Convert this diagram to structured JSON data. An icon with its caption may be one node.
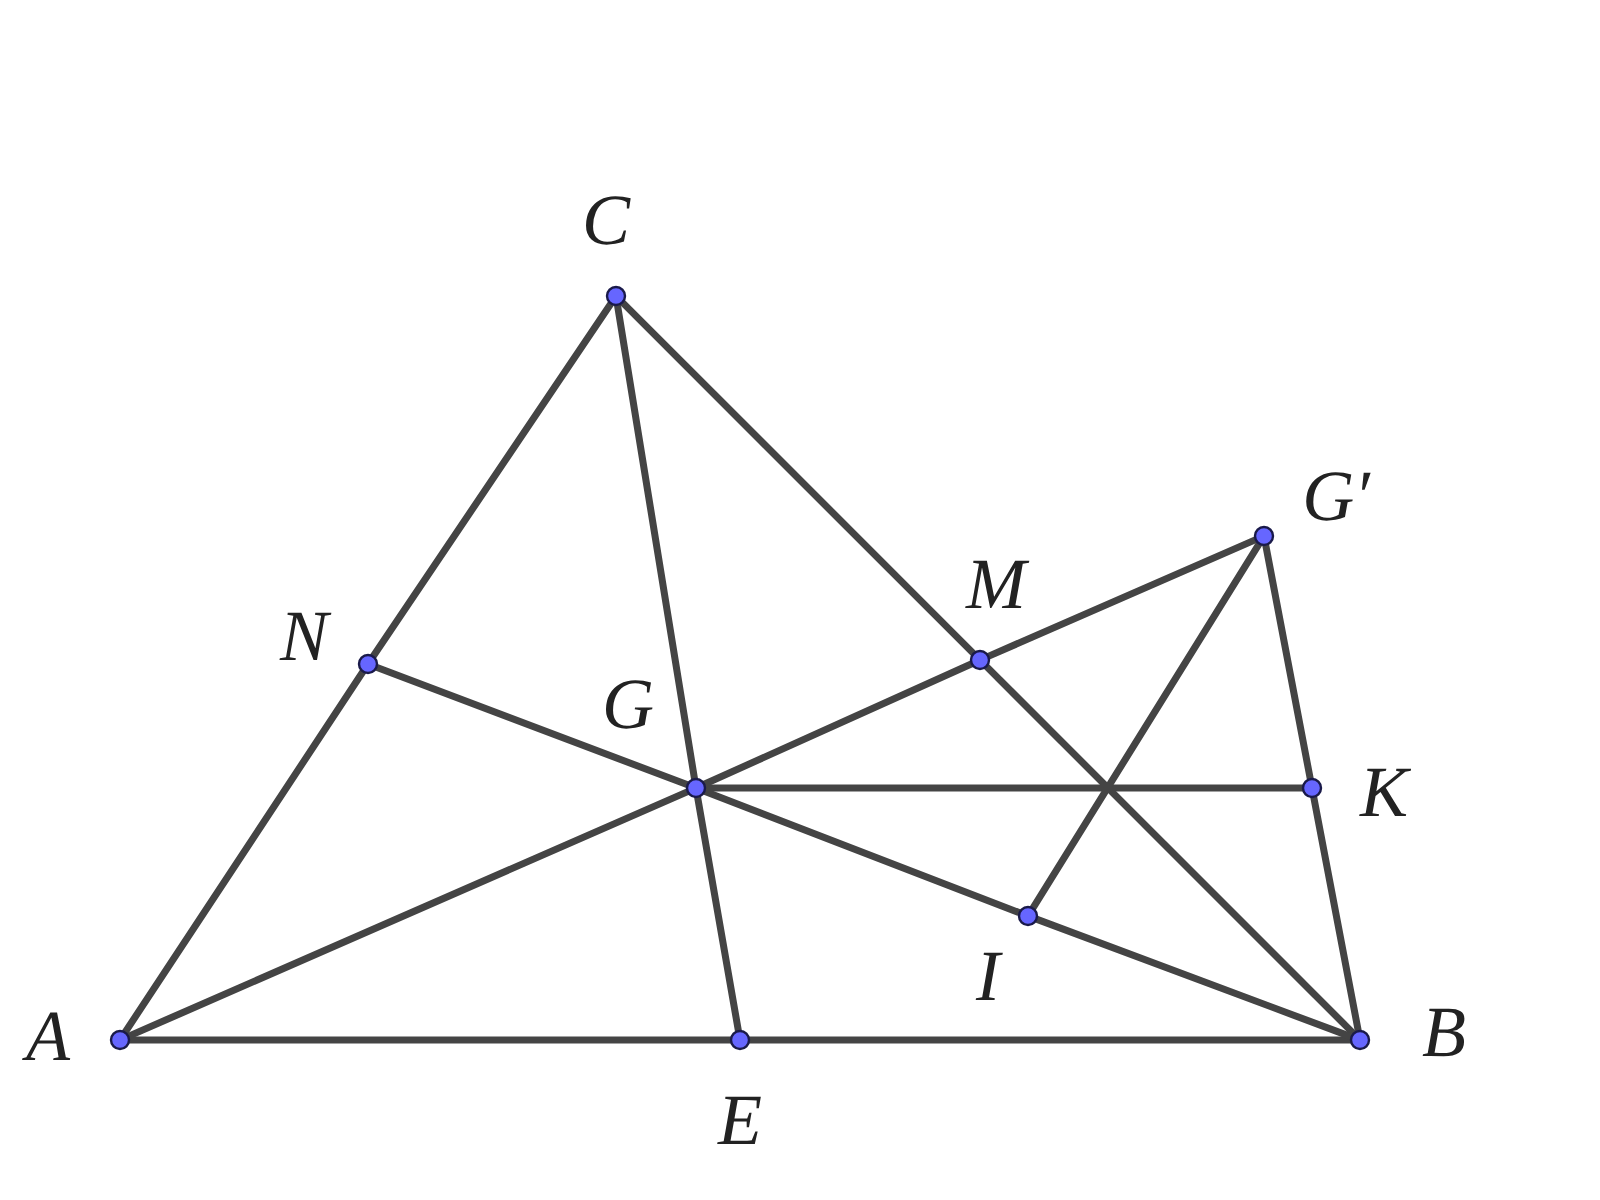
{
  "diagram": {
    "nodes": [
      {
        "text": [
          "C"
        ]
      },
      {
        "text": [
          "G′"
        ]
      },
      {
        "text": [
          "N"
        ]
      },
      {
        "text": [
          "M"
        ]
      },
      {
        "text": [
          "G"
        ]
      },
      {
        "text": [
          "K"
        ]
      },
      {
        "text": [
          "I"
        ]
      },
      {
        "text": [
          "A"
        ]
      },
      {
        "text": [
          "B"
        ]
      },
      {
        "text": [
          "E"
        ]
      }
    ],
    "edges": [
      {
        "from": 7,
        "to": 9,
        "arrow": "none"
      },
      {
        "from": 9,
        "to": 8,
        "arrow": "none"
      },
      {
        "from": 7,
        "to": 2,
        "arrow": "none"
      },
      {
        "from": 2,
        "to": 0,
        "arrow": "none"
      },
      {
        "from": 0,
        "to": 3,
        "arrow": "none"
      },
      {
        "from": 3,
        "to": 8,
        "arrow": "none"
      },
      {
        "from": 0,
        "to": 4,
        "arrow": "none"
      },
      {
        "from": 4,
        "to": 9,
        "arrow": "none"
      },
      {
        "from": 2,
        "to": 4,
        "arrow": "none"
      },
      {
        "from": 4,
        "to": 6,
        "arrow": "none"
      },
      {
        "from": 6,
        "to": 8,
        "arrow": "none"
      },
      {
        "from": 7,
        "to": 4,
        "arrow": "none"
      },
      {
        "from": 4,
        "to": 3,
        "arrow": "none"
      },
      {
        "from": 3,
        "to": 1,
        "arrow": "none"
      },
      {
        "from": 4,
        "to": 5,
        "arrow": "none"
      },
      {
        "from": 6,
        "to": 1,
        "arrow": "none"
      },
      {
        "from": 1,
        "to": 5,
        "arrow": "none"
      },
      {
        "from": 5,
        "to": 8,
        "arrow": "none"
      }
    ]
  }
}
